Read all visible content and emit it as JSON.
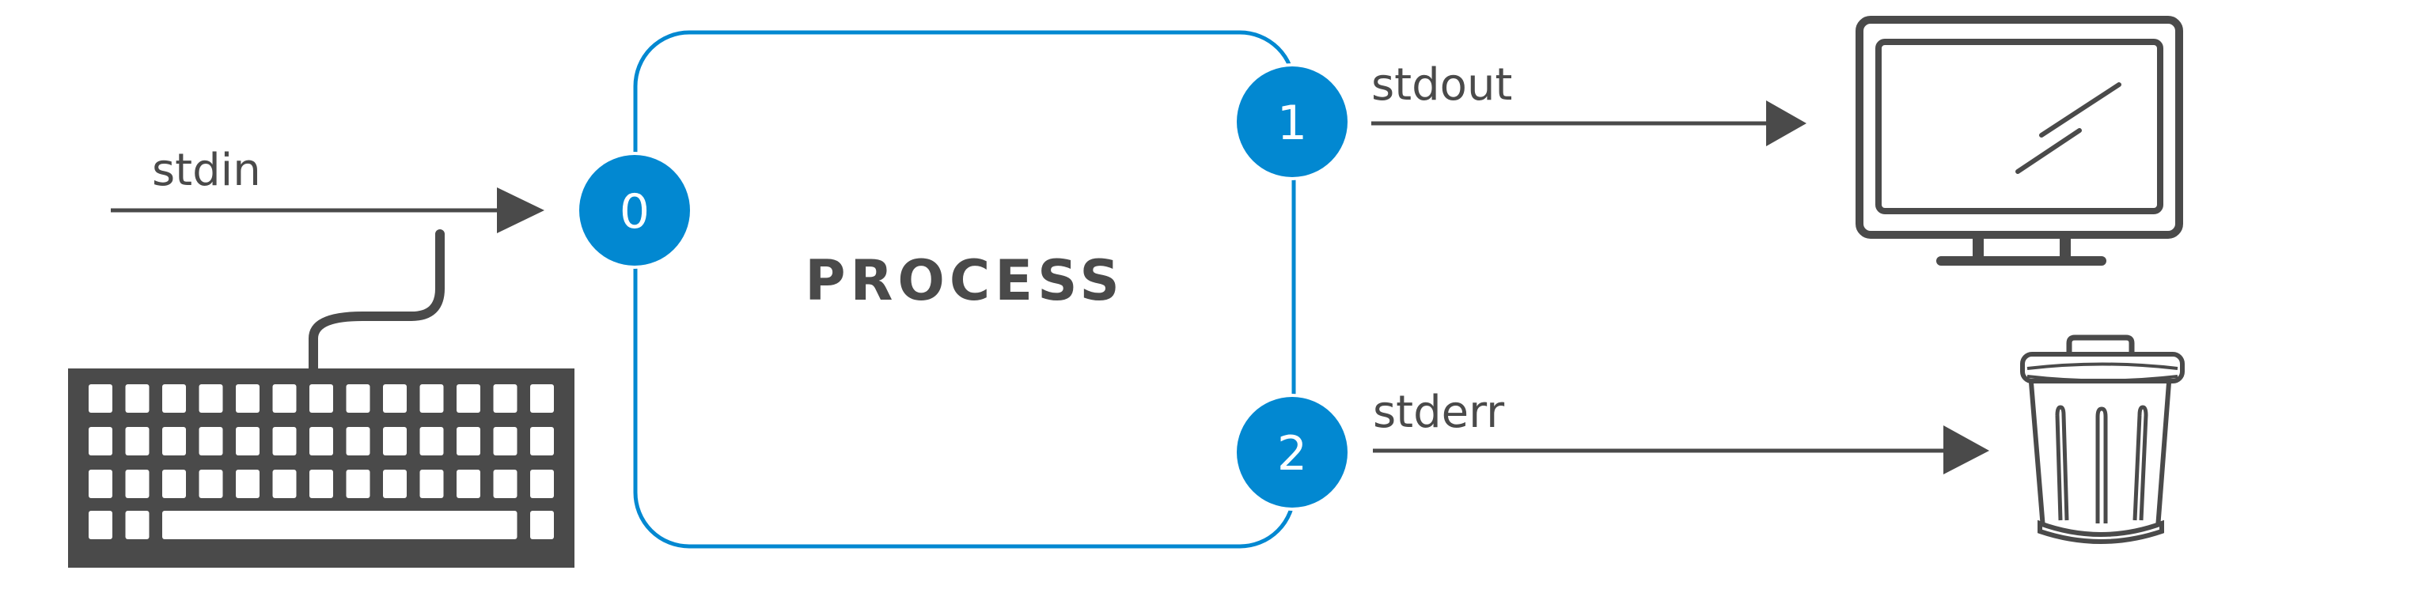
{
  "diagram": {
    "process_label": "PROCESS",
    "streams": {
      "stdin": {
        "label": "stdin",
        "fd": "0"
      },
      "stdout": {
        "label": "stdout",
        "fd": "1"
      },
      "stderr": {
        "label": "stderr",
        "fd": "2"
      }
    },
    "devices": {
      "input": "keyboard-icon",
      "output": "monitor-icon",
      "error": "trash-can-icon"
    }
  },
  "colors": {
    "accent": "#0288d1",
    "ink": "#4a4a4a",
    "fd_text": "#ffffff",
    "background": "#ffffff"
  }
}
